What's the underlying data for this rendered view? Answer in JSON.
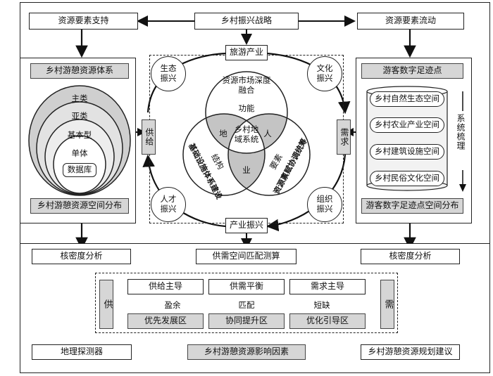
{
  "top": {
    "left": "资源要素支持",
    "center": "乡村振兴战略",
    "right": "资源要素流动"
  },
  "left_panel": {
    "title": "乡村游憩资源体系",
    "layers": [
      "主类",
      "亚类",
      "基本型",
      "单体",
      "数据库"
    ],
    "bottom": "乡村游憩资源空间分布"
  },
  "right_panel": {
    "title": "游客数字足迹点",
    "items": [
      "乡村自然生态空间",
      "乡村农业产业空间",
      "乡村建筑设施空间",
      "乡村民俗文化空间"
    ],
    "side_label": "系统梳理",
    "bottom": "游客数字足迹点空间分布"
  },
  "center": {
    "top_box": "旅游产业",
    "bottom_box": "产业振兴",
    "supply": "供给",
    "demand": "需求",
    "circles": {
      "tl": "生态振兴",
      "tr": "文化振兴",
      "bl": "人才振兴",
      "br": "组织振兴"
    },
    "venn": {
      "top_title": "资源市场深度融合",
      "function": "功能",
      "left_text": "基础设施体系建设",
      "right_text": "资源禀赋协调统筹",
      "structure": "结构",
      "factor": "要素",
      "center": "乡村地域系统",
      "di": "地",
      "ren": "人",
      "ye": "业"
    }
  },
  "analysis": {
    "left": "核密度分析",
    "center": "供需空间匹配测算",
    "right": "核密度分析"
  },
  "match": {
    "supply": "供",
    "demand": "需",
    "top_row": [
      "供给主导",
      "供需平衡",
      "需求主导"
    ],
    "mid_row": [
      "盈余",
      "匹配",
      "短缺"
    ],
    "bottom_row": [
      "优先发展区",
      "协同提升区",
      "优化引导区"
    ]
  },
  "bottom_row": {
    "left": "地理探测器",
    "center": "乡村游憩资源影响因素",
    "right": "乡村游憩资源规划建议"
  }
}
